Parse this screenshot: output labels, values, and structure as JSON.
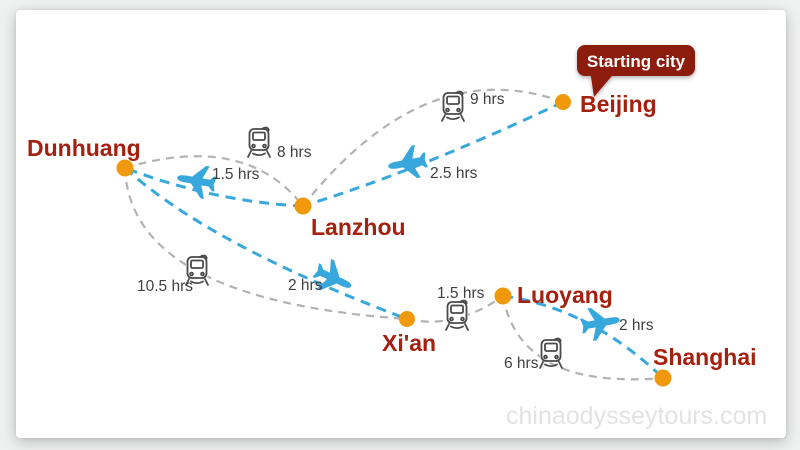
{
  "badge": {
    "label": "Starting city"
  },
  "watermark": {
    "text": "chinaodysseytours.com"
  },
  "cities": [
    {
      "name": "Dunhuang"
    },
    {
      "name": "Lanzhou"
    },
    {
      "name": "Beijing"
    },
    {
      "name": "Xi'an"
    },
    {
      "name": "Luoyang"
    },
    {
      "name": "Shanghai"
    }
  ],
  "routes": {
    "flights": [
      {
        "between": [
          "Beijing",
          "Lanzhou"
        ],
        "duration": "2.5 hrs"
      },
      {
        "between": [
          "Lanzhou",
          "Dunhuang"
        ],
        "duration": "1.5 hrs"
      },
      {
        "between": [
          "Dunhuang",
          "Xi'an"
        ],
        "duration": "2 hrs"
      },
      {
        "between": [
          "Luoyang",
          "Shanghai"
        ],
        "duration": "2 hrs"
      }
    ],
    "trains": [
      {
        "between": [
          "Dunhuang",
          "Lanzhou"
        ],
        "duration": "8 hrs"
      },
      {
        "between": [
          "Lanzhou",
          "Beijing"
        ],
        "duration": "9 hrs"
      },
      {
        "between": [
          "Dunhuang",
          "Xi'an"
        ],
        "duration": "10.5 hrs"
      },
      {
        "between": [
          "Xi'an",
          "Luoyang"
        ],
        "duration": "1.5 hrs"
      },
      {
        "between": [
          "Luoyang",
          "Shanghai"
        ],
        "duration": "6 hrs"
      }
    ]
  },
  "colors": {
    "city_dot": "#f0990d",
    "city_text": "#a6200f",
    "flight_line": "#38a8dc",
    "train_line": "#b2b2b2",
    "train_icon": "#4a4a4a",
    "duration_text": "#3f3f3f",
    "badge_bg": "#8c1a0e",
    "badge_text": "#ffffff",
    "watermark": "#e3e3e3"
  }
}
